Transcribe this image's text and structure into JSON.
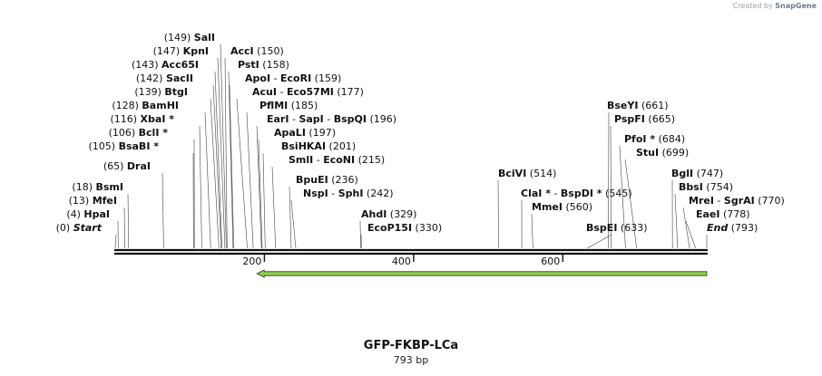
{
  "credit": {
    "prefix": "Created by",
    "brand": "SnapGene"
  },
  "title": "GFP-FKBP-LCa",
  "length_label": "793 bp",
  "map": {
    "length": 793,
    "scale_ticks": [
      "200",
      "400",
      "600"
    ],
    "feature": {
      "name": "",
      "start": 196,
      "end": 793,
      "direction": "reverse",
      "color": "#8fd14f"
    }
  },
  "sites": [
    {
      "parts": [
        {
          "t": "(0) "
        },
        {
          "t": "Start",
          "c": "bi"
        }
      ],
      "pos": 0
    },
    {
      "parts": [
        {
          "t": "(4) "
        },
        {
          "t": "HpaI",
          "c": "b"
        }
      ],
      "pos": 4
    },
    {
      "parts": [
        {
          "t": "(13) "
        },
        {
          "t": "MfeI",
          "c": "b"
        }
      ],
      "pos": 13
    },
    {
      "parts": [
        {
          "t": "(18) "
        },
        {
          "t": "BsmI",
          "c": "b"
        }
      ],
      "pos": 18
    },
    {
      "parts": [
        {
          "t": "(65) "
        },
        {
          "t": "DraI",
          "c": "b"
        }
      ],
      "pos": 65
    },
    {
      "parts": [
        {
          "t": "(105) "
        },
        {
          "t": "BsaBI *",
          "c": "b"
        }
      ],
      "pos": 105
    },
    {
      "parts": [
        {
          "t": "(106) "
        },
        {
          "t": "BclI *",
          "c": "b"
        }
      ],
      "pos": 106
    },
    {
      "parts": [
        {
          "t": "(116) "
        },
        {
          "t": "XbaI *",
          "c": "b"
        }
      ],
      "pos": 116
    },
    {
      "parts": [
        {
          "t": "(128) "
        },
        {
          "t": "BamHI",
          "c": "b"
        }
      ],
      "pos": 128
    },
    {
      "parts": [
        {
          "t": "(139) "
        },
        {
          "t": "BtgI",
          "c": "b"
        }
      ],
      "pos": 139
    },
    {
      "parts": [
        {
          "t": "(142) "
        },
        {
          "t": "SacII",
          "c": "b"
        }
      ],
      "pos": 142
    },
    {
      "parts": [
        {
          "t": "(143) "
        },
        {
          "t": "Acc65I",
          "c": "b"
        }
      ],
      "pos": 143
    },
    {
      "parts": [
        {
          "t": "(147) "
        },
        {
          "t": "KpnI",
          "c": "b"
        }
      ],
      "pos": 147
    },
    {
      "parts": [
        {
          "t": "(149) "
        },
        {
          "t": "SalI",
          "c": "b"
        }
      ],
      "pos": 149
    },
    {
      "parts": [
        {
          "t": "AccI",
          "c": "b"
        },
        {
          "t": "  (150)"
        }
      ],
      "pos": 150
    },
    {
      "parts": [
        {
          "t": "PstI",
          "c": "b"
        },
        {
          "t": "  (158)"
        }
      ],
      "pos": 158
    },
    {
      "parts": [
        {
          "t": "ApoI",
          "c": "b"
        },
        {
          "t": " - "
        },
        {
          "t": "EcoRI",
          "c": "b"
        },
        {
          "t": "  (159)"
        }
      ],
      "pos": 159
    },
    {
      "parts": [
        {
          "t": "AcuI",
          "c": "b"
        },
        {
          "t": " - "
        },
        {
          "t": "Eco57MI",
          "c": "b"
        },
        {
          "t": "  (177)"
        }
      ],
      "pos": 177
    },
    {
      "parts": [
        {
          "t": "PflMI",
          "c": "b"
        },
        {
          "t": "  (185)"
        }
      ],
      "pos": 185
    },
    {
      "parts": [
        {
          "t": "EarI",
          "c": "b"
        },
        {
          "t": " - "
        },
        {
          "t": "SapI",
          "c": "b"
        },
        {
          "t": " - "
        },
        {
          "t": "BspQI",
          "c": "b"
        },
        {
          "t": "  (196)"
        }
      ],
      "pos": 196
    },
    {
      "parts": [
        {
          "t": "ApaLI",
          "c": "b"
        },
        {
          "t": "  (197)"
        }
      ],
      "pos": 197
    },
    {
      "parts": [
        {
          "t": "BsiHKAI",
          "c": "b"
        },
        {
          "t": "  (201)"
        }
      ],
      "pos": 201
    },
    {
      "parts": [
        {
          "t": "SmlI",
          "c": "b"
        },
        {
          "t": " - "
        },
        {
          "t": "EcoNI",
          "c": "b"
        },
        {
          "t": "  (215)"
        }
      ],
      "pos": 215
    },
    {
      "parts": [
        {
          "t": "BpuEI",
          "c": "b"
        },
        {
          "t": "  (236)"
        }
      ],
      "pos": 236
    },
    {
      "parts": [
        {
          "t": "NspI",
          "c": "b"
        },
        {
          "t": " - "
        },
        {
          "t": "SphI",
          "c": "b"
        },
        {
          "t": "  (242)"
        }
      ],
      "pos": 242
    },
    {
      "parts": [
        {
          "t": "AhdI",
          "c": "b"
        },
        {
          "t": "  (329)"
        }
      ],
      "pos": 329
    },
    {
      "parts": [
        {
          "t": "EcoP15I",
          "c": "b"
        },
        {
          "t": "  (330)"
        }
      ],
      "pos": 330
    },
    {
      "parts": [
        {
          "t": "BciVI",
          "c": "b"
        },
        {
          "t": "  (514)"
        }
      ],
      "pos": 514
    },
    {
      "parts": [
        {
          "t": "ClaI *",
          "c": "b"
        },
        {
          "t": " - "
        },
        {
          "t": "BspDI *",
          "c": "b"
        },
        {
          "t": "  (545)"
        }
      ],
      "pos": 545
    },
    {
      "parts": [
        {
          "t": "MmeI",
          "c": "b"
        },
        {
          "t": "  (560)"
        }
      ],
      "pos": 560
    },
    {
      "parts": [
        {
          "t": "BseYI",
          "c": "b"
        },
        {
          "t": "  (661)"
        }
      ],
      "pos": 661
    },
    {
      "parts": [
        {
          "t": "PspFI",
          "c": "b"
        },
        {
          "t": "  (665)"
        }
      ],
      "pos": 665
    },
    {
      "parts": [
        {
          "t": "PfoI *",
          "c": "b"
        },
        {
          "t": "  (684)"
        }
      ],
      "pos": 684
    },
    {
      "parts": [
        {
          "t": "StuI",
          "c": "b"
        },
        {
          "t": "  (699)"
        }
      ],
      "pos": 699
    },
    {
      "parts": [
        {
          "t": "BspEI",
          "c": "b"
        },
        {
          "t": "  (633)"
        }
      ],
      "pos": 633
    },
    {
      "parts": [
        {
          "t": "BglI",
          "c": "b"
        },
        {
          "t": "  (747)"
        }
      ],
      "pos": 747
    },
    {
      "parts": [
        {
          "t": "BbsI",
          "c": "b"
        },
        {
          "t": "  (754)"
        }
      ],
      "pos": 754
    },
    {
      "parts": [
        {
          "t": "MreI",
          "c": "b"
        },
        {
          "t": " - "
        },
        {
          "t": "SgrAI",
          "c": "b"
        },
        {
          "t": "  (770)"
        }
      ],
      "pos": 770
    },
    {
      "parts": [
        {
          "t": "EaeI",
          "c": "b"
        },
        {
          "t": "  (778)"
        }
      ],
      "pos": 778
    },
    {
      "parts": [
        {
          "t": "End",
          "c": "bi"
        },
        {
          "t": "  (793)"
        }
      ],
      "pos": 793
    }
  ]
}
